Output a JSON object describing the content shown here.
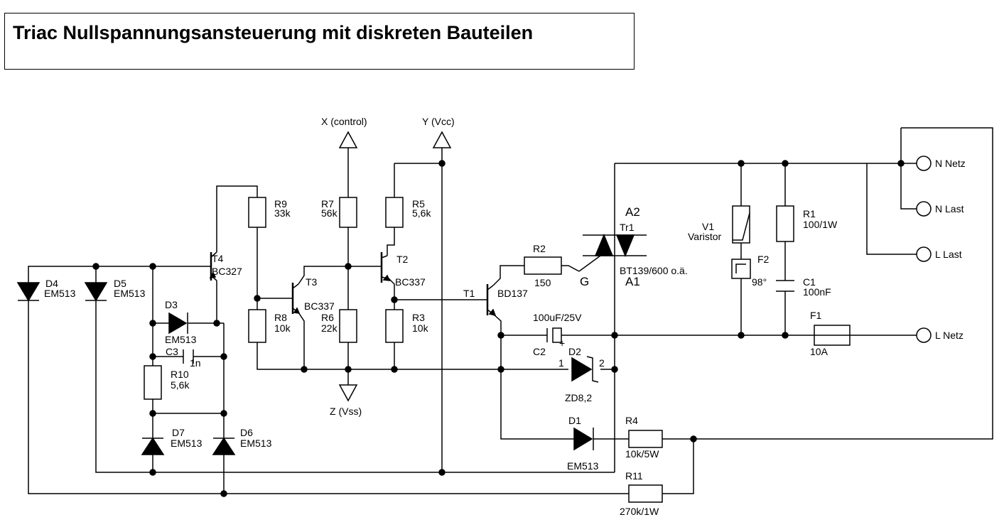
{
  "title": "Triac Nullspannungsansteuerung mit diskreten Bauteilen",
  "ports": {
    "x": "X (control)",
    "y": "Y (Vcc)",
    "z": "Z (Vss)",
    "n_netz": "N Netz",
    "n_last": "N Last",
    "l_last": "L Last",
    "l_netz": "L Netz"
  },
  "components": {
    "r9": {
      "name": "R9",
      "value": "33k"
    },
    "r7": {
      "name": "R7",
      "value": "56k"
    },
    "r5": {
      "name": "R5",
      "value": "5,6k"
    },
    "r8": {
      "name": "R8",
      "value": "10k"
    },
    "r6": {
      "name": "R6",
      "value": "22k"
    },
    "r3": {
      "name": "R3",
      "value": "10k"
    },
    "r10": {
      "name": "R10",
      "value": "5,6k"
    },
    "r2": {
      "name": "R2",
      "value": "150"
    },
    "r1": {
      "name": "R1",
      "value": "100/1W"
    },
    "r4": {
      "name": "R4",
      "value": "10k/5W"
    },
    "r11": {
      "name": "R11",
      "value": "270k/1W"
    },
    "t4": {
      "name": "T4",
      "value": "BC327"
    },
    "t3": {
      "name": "T3",
      "value": "BC337"
    },
    "t2": {
      "name": "T2",
      "value": "BC337"
    },
    "t1": {
      "name": "T1",
      "value": "BD137"
    },
    "d4": {
      "name": "D4",
      "value": "EM513"
    },
    "d5": {
      "name": "D5",
      "value": "EM513"
    },
    "d3": {
      "name": "D3",
      "value": "EM513"
    },
    "d7": {
      "name": "D7",
      "value": "EM513"
    },
    "d6": {
      "name": "D6",
      "value": "EM513"
    },
    "d1": {
      "name": "D1",
      "value": "EM513"
    },
    "d2": {
      "name": "D2",
      "value": "ZD8,2",
      "pin1": "1",
      "pin2": "2"
    },
    "c3": {
      "name": "C3",
      "value": "1n"
    },
    "c2": {
      "name": "C2",
      "value": "100uF/25V",
      "plus": "+"
    },
    "c1": {
      "name": "C1",
      "value": "100nF"
    },
    "tr1": {
      "name": "Tr1",
      "value": "BT139/600 o.ä.",
      "a2": "A2",
      "a1": "A1",
      "g": "G"
    },
    "v1": {
      "name": "V1",
      "value": "Varistor"
    },
    "f2": {
      "name": "F2",
      "value": "98°"
    },
    "f1": {
      "name": "F1",
      "value": "10A"
    }
  }
}
